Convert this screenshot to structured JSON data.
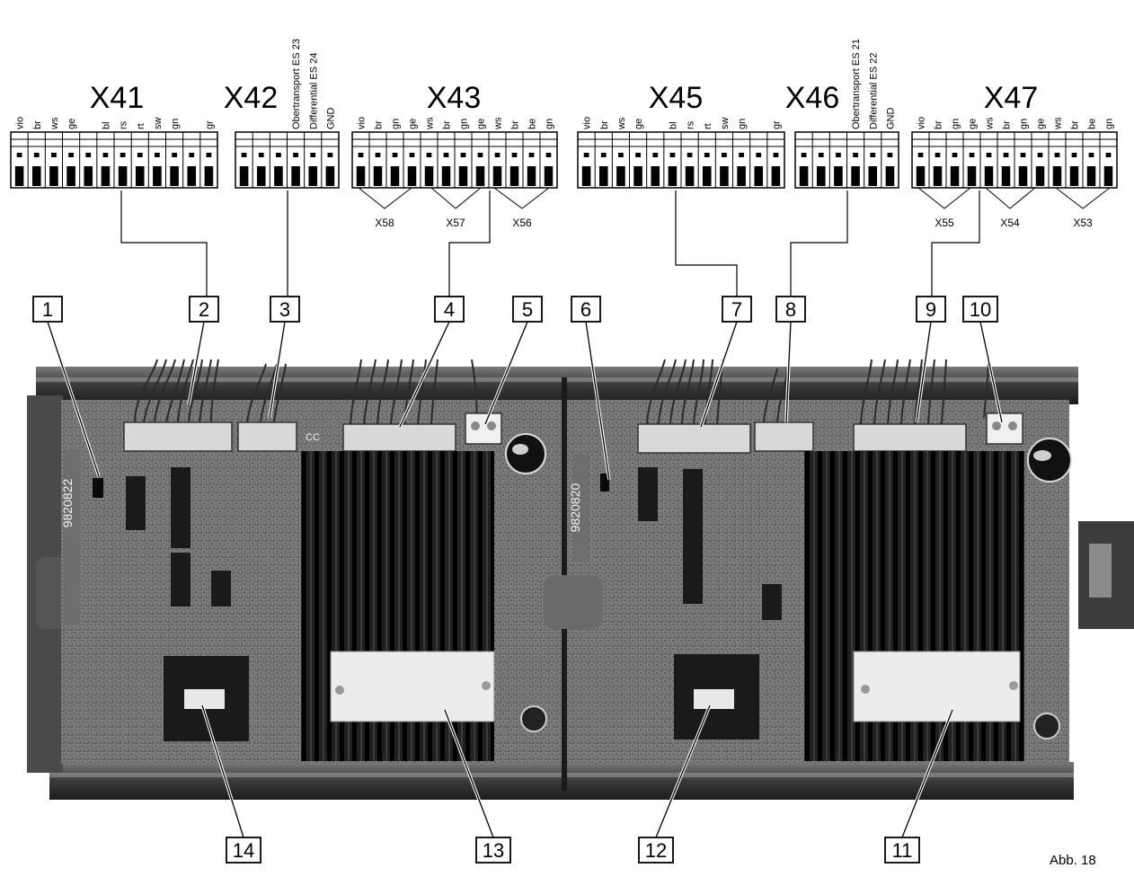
{
  "connectors": [
    {
      "id": "X41",
      "label": "X41",
      "pin_labels": [
        "vio",
        "br",
        "ws",
        "ge",
        "",
        "bl",
        "rs",
        "rt",
        "sw",
        "gn",
        "",
        "gr"
      ]
    },
    {
      "id": "X42",
      "label": "X42",
      "pin_labels": [
        "",
        "",
        "",
        "Obertransport ES 23",
        "Differential ES 24",
        "GND"
      ]
    },
    {
      "id": "X43",
      "label": "X43",
      "pin_labels": [
        "vio",
        "br",
        "gn",
        "ge",
        "ws",
        "br",
        "gn",
        "ge",
        "ws",
        "br",
        "be",
        "gn"
      ]
    },
    {
      "id": "X45",
      "label": "X45",
      "pin_labels": [
        "vio",
        "br",
        "ws",
        "ge",
        "",
        "bl",
        "rs",
        "rt",
        "sw",
        "gn",
        "",
        "gr"
      ]
    },
    {
      "id": "X46",
      "label": "X46",
      "pin_labels": [
        "",
        "",
        "",
        "Obertransport ES 21",
        "Differential ES 22",
        "GND"
      ]
    },
    {
      "id": "X47",
      "label": "X47",
      "pin_labels": [
        "vio",
        "br",
        "gn",
        "ge",
        "ws",
        "br",
        "gn",
        "ge",
        "ws",
        "br",
        "be",
        "gn"
      ]
    }
  ],
  "sub_connectors": [
    "X58",
    "X57",
    "X56",
    "X55",
    "X54",
    "X53"
  ],
  "callouts": [
    "1",
    "2",
    "3",
    "4",
    "5",
    "6",
    "7",
    "8",
    "9",
    "10",
    "11",
    "12",
    "13",
    "14"
  ],
  "photo_markings": {
    "board_left_id": "9820822",
    "board_right_id": "9820820",
    "cap_mark": "CC"
  },
  "figure_label": "Abb. 18"
}
